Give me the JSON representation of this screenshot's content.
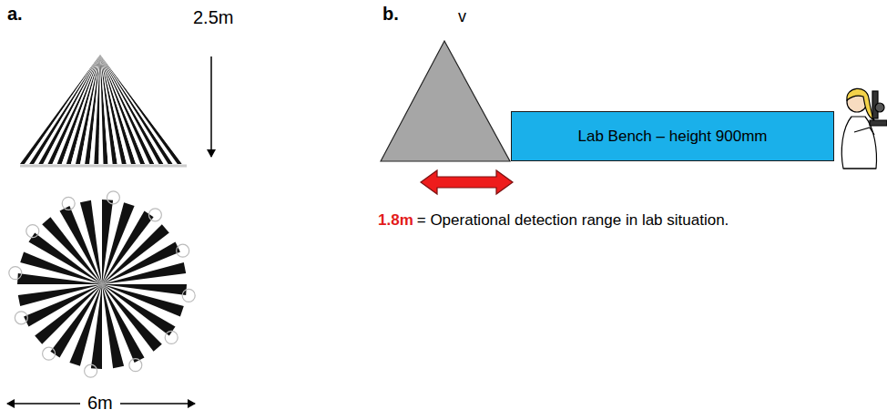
{
  "diagram": {
    "nodes": [
      {
        "text": [
          "Lab Bench – height 900mm"
        ]
      }
    ],
    "labels": [
      "a.",
      "2.5m",
      "6m",
      "b.",
      "v",
      "1.8m",
      "= Operational detection range in lab situation."
    ]
  }
}
